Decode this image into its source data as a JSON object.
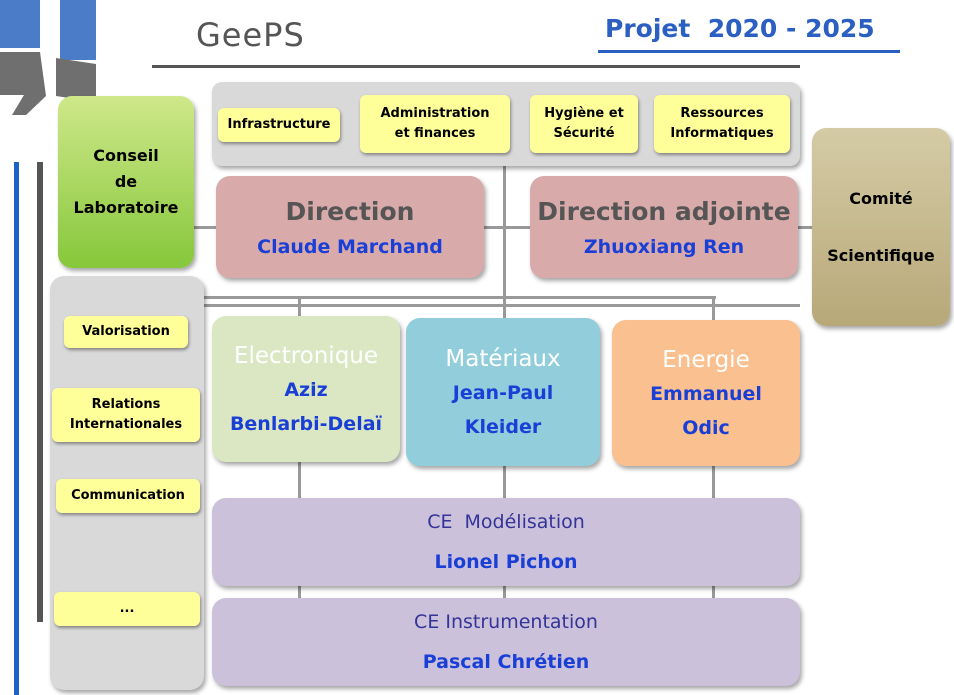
{
  "header": {
    "logo_text": "GeePS",
    "project_title": "Projet  2020 - 2025"
  },
  "support_tags": [
    "Infrastructure",
    "Administration et  finances",
    "Hygiène et Sécurité",
    "Ressources Informatiques"
  ],
  "conseil": {
    "line1": "Conseil",
    "line2": "de",
    "line3": "Laboratoire"
  },
  "direction": {
    "title": "Direction",
    "name": "Claude Marchand"
  },
  "direction_adjointe": {
    "title": "Direction adjointe",
    "name": "Zhuoxiang Ren"
  },
  "comite": {
    "line1": "Comité",
    "line2": "Scientifique"
  },
  "left_tags": [
    "Valorisation",
    "Relations Internationales",
    "Communication",
    "..."
  ],
  "poles": [
    {
      "title": "Electronique",
      "name1": "Aziz",
      "name2": "Benlarbi-Delaï"
    },
    {
      "title": "Matériaux",
      "name1": "Jean-Paul",
      "name2": "Kleider"
    },
    {
      "title": "Energie",
      "name1": "Emmanuel",
      "name2": "Odic"
    }
  ],
  "ce": [
    {
      "title": "CE  Modélisation",
      "name": "Lionel Pichon"
    },
    {
      "title": "CE Instrumentation",
      "name": "Pascal Chrétien"
    }
  ]
}
